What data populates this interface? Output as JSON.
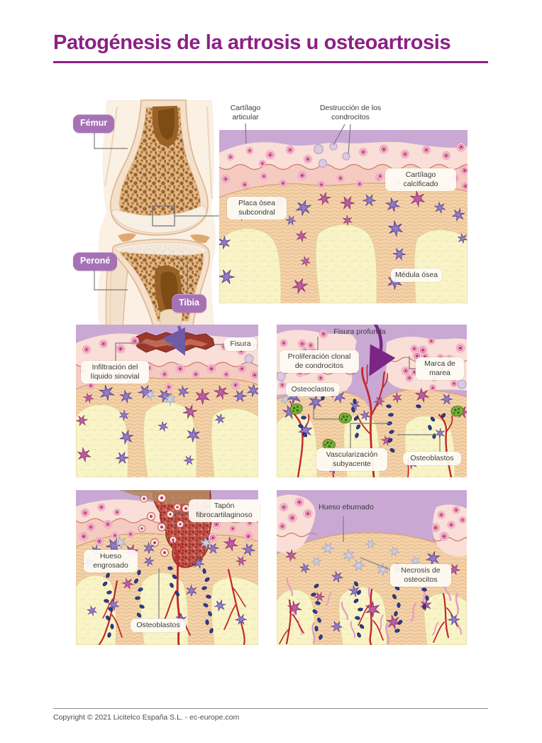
{
  "title": "Patogénesis de la artrosis u osteoartrosis",
  "knee_diagram": {
    "femur_badge": "Fémur",
    "perone_badge": "Peroné",
    "tibia_badge": "Tibia"
  },
  "stage1_panel": {
    "cartilago_articular": "Cartílago articular",
    "destruccion_condrocitos": "Destrucción de los condrocitos",
    "cartilago_calcificado": "Cartílago calcificado",
    "placa_osea_subcondral": "Placa ósea subcondral",
    "medula_osea": "Médula ósea"
  },
  "stage2_panel": {
    "fisura": "Fisura",
    "infiltracion_liquido_sinovial": "Infiltración del líquido sinovial"
  },
  "stage3_panel": {
    "fisura_profunda": "Fisura profunda",
    "proliferacion_clonal_condrocitos": "Proliferación clonal de condrocitos",
    "marca_de_marea": "Marca de marea",
    "osteoclastos": "Osteoclastos",
    "vascularizacion_subyacente": "Vascularización subyacente",
    "osteoblastos": "Osteoblastos"
  },
  "stage4_panel": {
    "tapon_fibrocartilaginoso": "Tapón fibrocartilaginoso",
    "hueso_engrosado": "Hueso engrosado",
    "osteoblastos": "Osteoblastos"
  },
  "stage5_panel": {
    "hueso_eburnado": "Hueso eburnado",
    "necrosis_osteocitos": "Necrosis de osteocitos"
  },
  "footer": {
    "copyright": "Copyright © 2021 Licitelco España S.L. - ec-europe.com"
  },
  "colors": {
    "accent_purple": "#8B2185",
    "badge_purple": "#A672B5",
    "synovial_space_purple": "#C9A8D4",
    "cartilage_pink": "#F9DFD7",
    "calcified_cartilage_pink": "#F5CBC1",
    "bone_tan": "#F3D2A9",
    "marrow_yellow": "#F8F4C8",
    "vessel_red": "#C2272D",
    "osteoblast_blue": "#2B3F9C",
    "osteoclast_green": "#79B13C",
    "label_text": "#3B3B3B"
  }
}
